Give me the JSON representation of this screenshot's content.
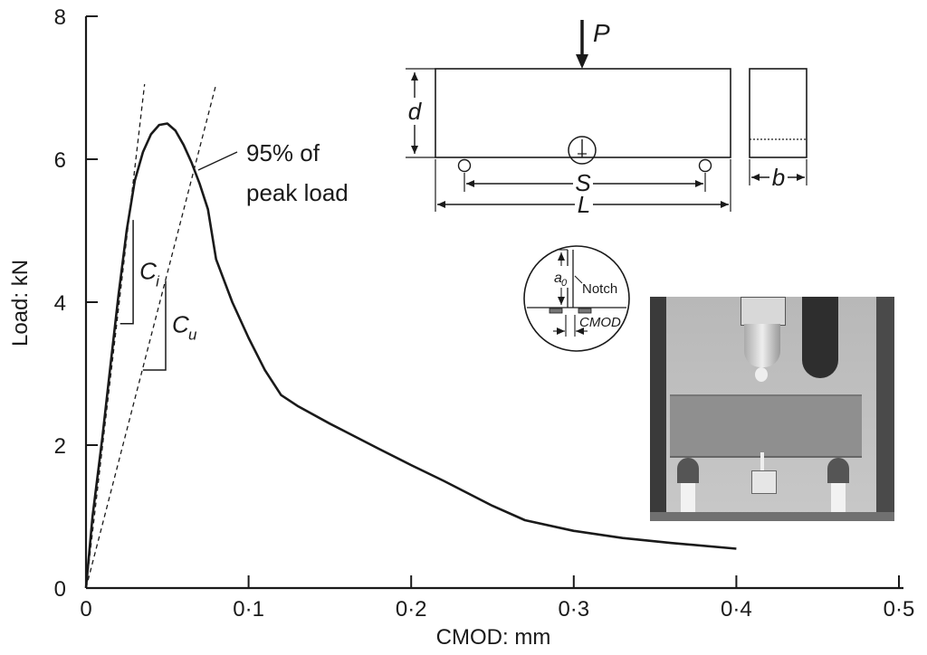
{
  "chart_data": {
    "type": "line",
    "xlabel": "CMOD: mm",
    "ylabel": "Load: kN",
    "xlim": [
      0,
      0.5
    ],
    "ylim": [
      0,
      8
    ],
    "x_ticks": [
      0,
      0.1,
      0.2,
      0.3,
      0.4,
      0.5
    ],
    "x_tick_labels": [
      "0",
      "0·1",
      "0·2",
      "0·3",
      "0·4",
      "0·5"
    ],
    "y_ticks": [
      0,
      2,
      4,
      6,
      8
    ],
    "y_tick_labels": [
      "0",
      "2",
      "4",
      "6",
      "8"
    ],
    "grid": false,
    "series": [
      {
        "style": "solid",
        "x": [
          0,
          0.004,
          0.01,
          0.015,
          0.02,
          0.025,
          0.03,
          0.035,
          0.04,
          0.045,
          0.05,
          0.055,
          0.06,
          0.065,
          0.07,
          0.075,
          0.08,
          0.09,
          0.1,
          0.11,
          0.12,
          0.13,
          0.15,
          0.18,
          0.2,
          0.22,
          0.25,
          0.27,
          0.3,
          0.33,
          0.36,
          0.4
        ],
        "y": [
          0,
          1.0,
          2.1,
          3.1,
          4.1,
          5.0,
          5.7,
          6.1,
          6.35,
          6.48,
          6.5,
          6.4,
          6.2,
          5.95,
          5.65,
          5.3,
          4.6,
          4.0,
          3.5,
          3.05,
          2.7,
          2.55,
          2.3,
          1.95,
          1.72,
          1.5,
          1.15,
          0.95,
          0.8,
          0.7,
          0.63,
          0.55
        ]
      },
      {
        "style": "dashed",
        "x": [
          0,
          0.036
        ],
        "y": [
          0,
          7.05
        ]
      },
      {
        "style": "dashed",
        "x": [
          0,
          0.08
        ],
        "y": [
          0,
          7.05
        ]
      }
    ],
    "compliance_marks": [
      {
        "label": "C",
        "subscript": "i",
        "x_low": 0.021,
        "x_high": 0.029,
        "y_low": 3.7,
        "y_high": 5.15
      },
      {
        "label": "C",
        "subscript": "u",
        "x_low": 0.035,
        "x_high": 0.049,
        "y_low": 3.05,
        "y_high": 4.3
      }
    ],
    "annotation": {
      "line1": "95% of",
      "line2": "peak load",
      "x": 0.071,
      "y": 6.15
    }
  },
  "diagram": {
    "load_label": "P",
    "depth_label": "d",
    "span_label": "S",
    "length_label": "L",
    "width_label": "b",
    "notch_depth_label": "a",
    "notch_depth_subscript": "0",
    "notch_label": "Notch",
    "cmod_label": "CMOD"
  },
  "photo": {
    "description_shown": "test setup photograph"
  }
}
